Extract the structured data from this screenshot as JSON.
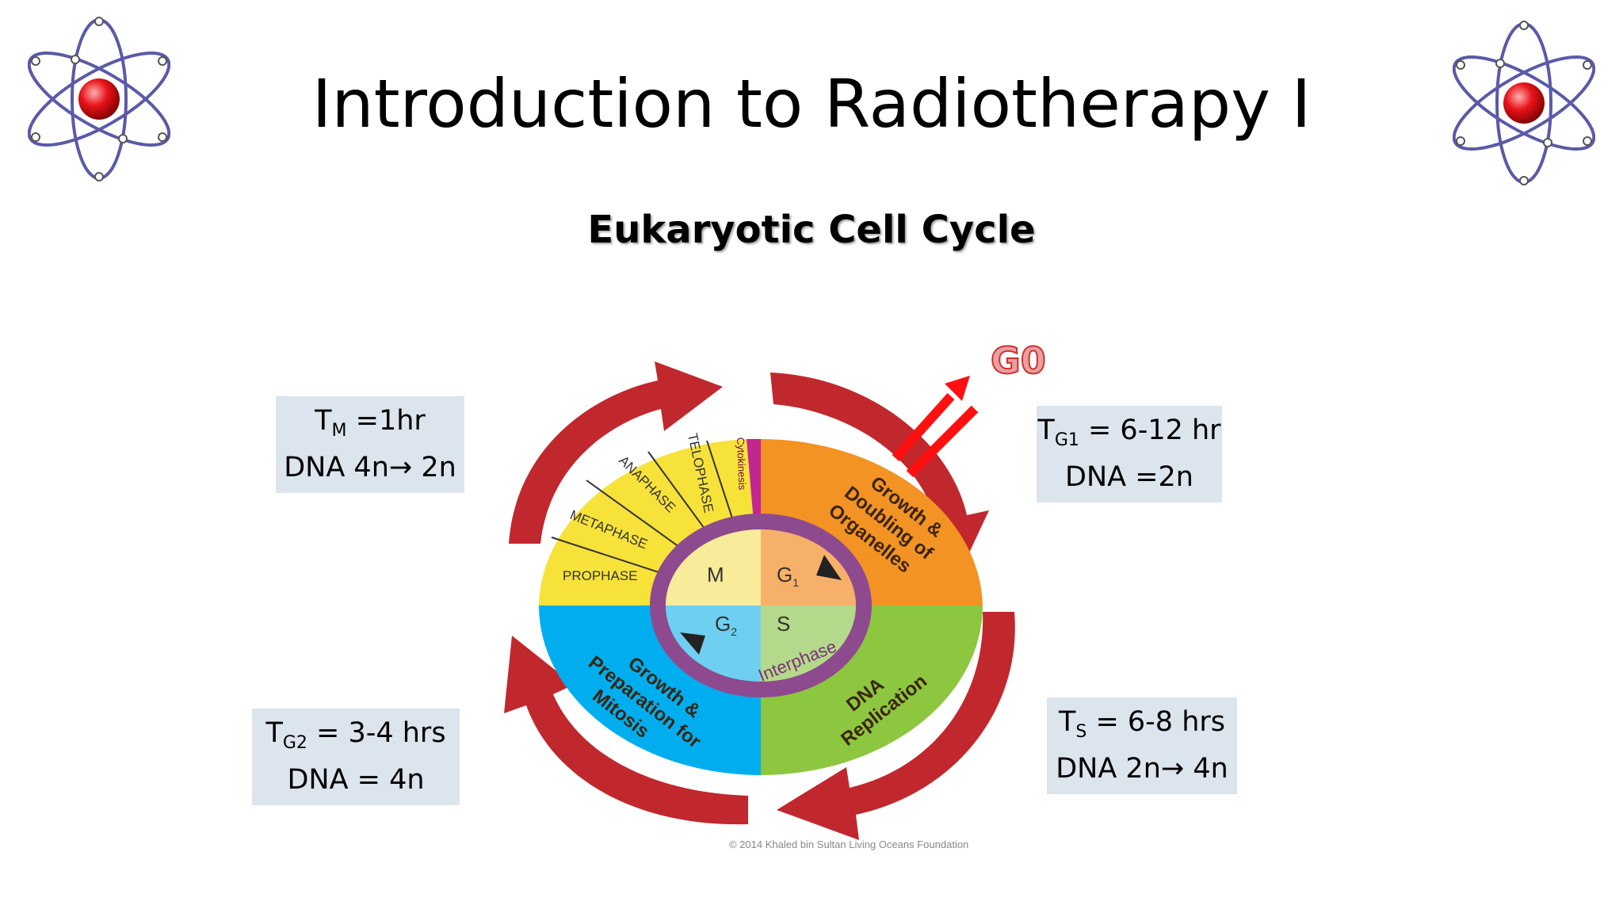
{
  "slide": {
    "title": "Introduction to Radiotherapy I",
    "subtitle": "Eukaryotic Cell Cycle"
  },
  "boxes": {
    "m": {
      "t_main": "T",
      "t_sub": "M",
      "t_rest": " =1hr",
      "line2": "DNA 4n→ 2n"
    },
    "g1": {
      "t_main": "T",
      "t_sub": "G1",
      "t_rest": " = 6-12 hr",
      "line2": "DNA =2n"
    },
    "g2": {
      "t_main": "T",
      "t_sub": "G2",
      "t_rest": " = 3-4 hrs",
      "line2": "DNA = 4n"
    },
    "s": {
      "t_main": "T",
      "t_sub": "S",
      "t_rest": " = 6-8 hrs",
      "line2": "DNA 2n→ 4n"
    }
  },
  "diagram": {
    "g0_label": "G0",
    "mitosis_phases": [
      "PROPHASE",
      "METAPHASE",
      "ANAPHASE",
      "TELOPHASE"
    ],
    "cytokinesis_label": "Cytokinesis",
    "inner_labels": {
      "m": "M",
      "g1": "G",
      "g1_sub": "1",
      "g2": "G",
      "g2_sub": "2",
      "s": "S"
    },
    "quadrant_labels": {
      "g1": [
        "Growth &",
        "Doubling of",
        "Organelles"
      ],
      "s": [
        "DNA",
        "Replication"
      ],
      "g2": [
        "Growth &",
        "Preparation for",
        "Mitosis"
      ]
    },
    "interphase_label": "Interphase",
    "copyright": "© 2014 Khaled bin Sultan Living Oceans Foundation"
  },
  "colors": {
    "arrow_red": "#c0282d",
    "g1_orange": "#f39323",
    "s_green": "#8dc63f",
    "g2_blue": "#00aeef",
    "m_yellow": "#f7e23a",
    "cytokinesis_magenta": "#c2268f",
    "info_box_bg": "#dce4ee"
  }
}
